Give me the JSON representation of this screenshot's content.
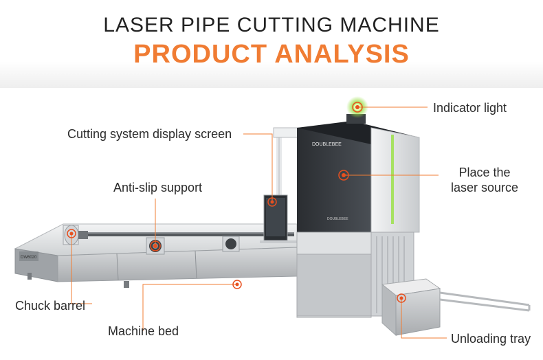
{
  "header": {
    "title": "LASER PIPE CUTTING MACHINE",
    "subtitle": "PRODUCT ANALYSIS"
  },
  "colors": {
    "accent": "#f07c33",
    "marker": "#e8501f",
    "indicator_green": "#9be04a",
    "text": "#2b2b2b"
  },
  "machine": {
    "brand_text": "DOUBLEBEE",
    "side_text": "DW6020"
  },
  "labels": {
    "indicator_light": "Indicator light",
    "display_screen": "Cutting system display screen",
    "laser_source_line1": "Place the",
    "laser_source_line2": "laser source",
    "anti_slip": "Anti-slip support",
    "chuck_barrel": "Chuck barrel",
    "machine_bed": "Machine bed",
    "unloading_tray": "Unloading tray"
  }
}
